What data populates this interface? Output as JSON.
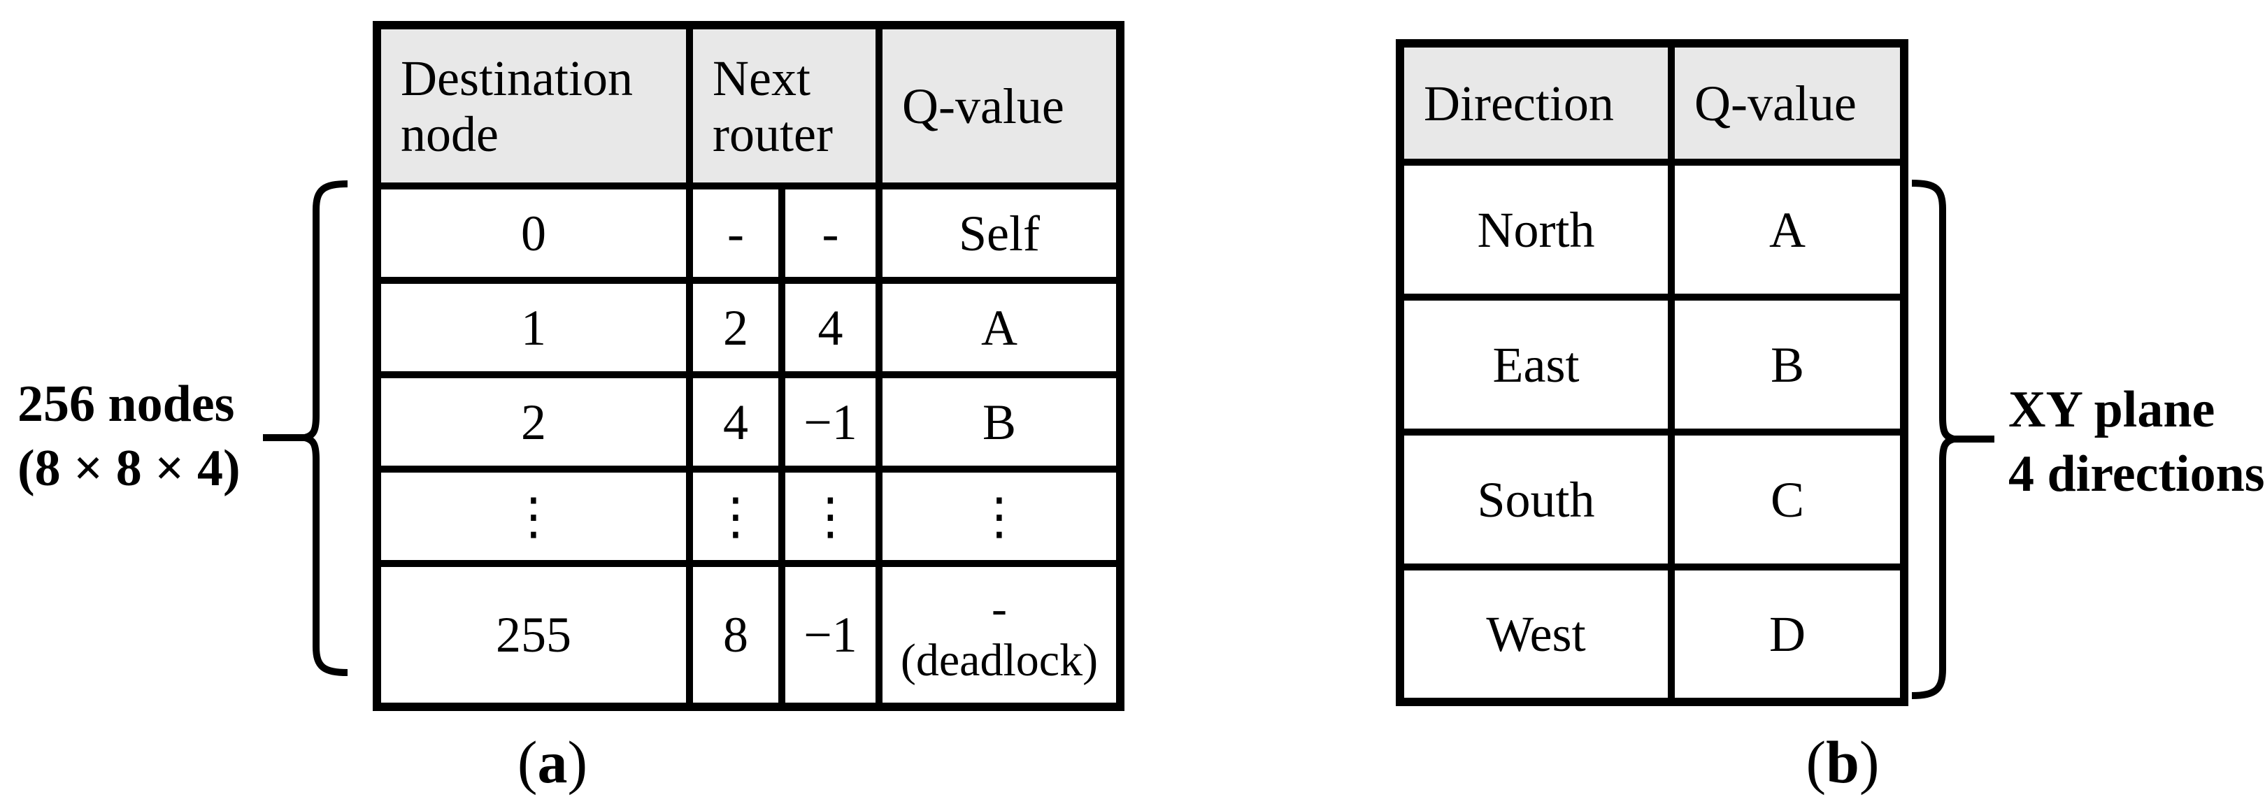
{
  "figure": {
    "background_color": "#ffffff",
    "line_color": "#000000",
    "header_bg_color": "#e8e8e8"
  },
  "table_a": {
    "headers": [
      "Destination node",
      "Next router",
      "Q-value"
    ],
    "rows": [
      {
        "dest": "0",
        "next1": "-",
        "next2": "-",
        "q": "Self"
      },
      {
        "dest": "1",
        "next1": "2",
        "next2": "4",
        "q": "A"
      },
      {
        "dest": "2",
        "next1": "4",
        "next2": "−1",
        "q": "B"
      },
      {
        "dest": "⋮",
        "next1": "⋮",
        "next2": "⋮",
        "q": "⋮"
      },
      {
        "dest": "255",
        "next1": "8",
        "next2": "−1",
        "q_line1": "-",
        "q_line2": "(deadlock)"
      }
    ],
    "brace_label_line1": "256 nodes",
    "brace_label_line2": "(8 × 8 × 4)",
    "caption": {
      "open": "(",
      "letter": "a",
      "close": ")"
    }
  },
  "table_b": {
    "headers": [
      "Direction",
      "Q-value"
    ],
    "rows": [
      {
        "direction": "North",
        "q": "A"
      },
      {
        "direction": "East",
        "q": "B"
      },
      {
        "direction": "South",
        "q": "C"
      },
      {
        "direction": "West",
        "q": "D"
      }
    ],
    "brace_label_line1": "XY plane",
    "brace_label_line2": "4 directions",
    "caption": {
      "open": "(",
      "letter": "b",
      "close": ")"
    }
  }
}
